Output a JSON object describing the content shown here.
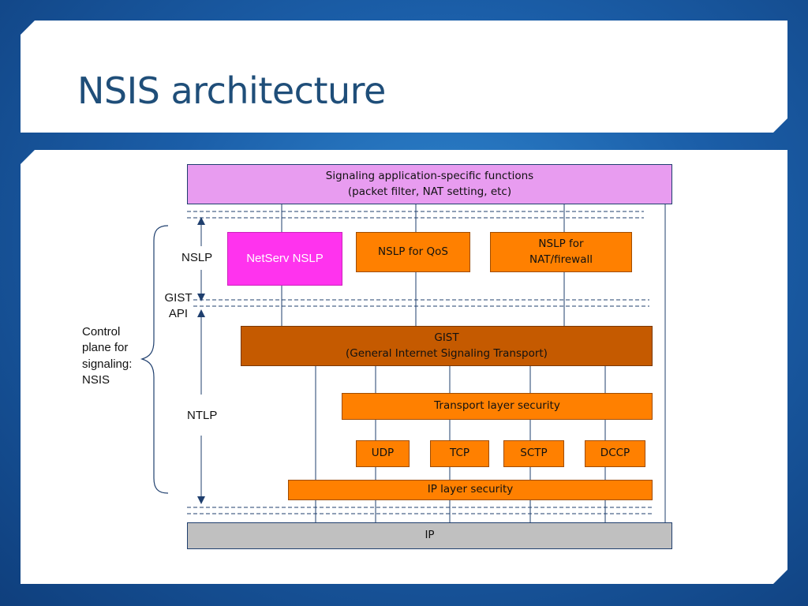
{
  "slide": {
    "title": "NSIS architecture"
  },
  "diagram": {
    "signaling_app": "Signaling application-specific functions\n(packet filter, NAT setting, etc)",
    "netserv_nslp": "NetServ NSLP",
    "nslp_qos": "NSLP for QoS",
    "nslp_nat": "NSLP for\nNAT/firewall",
    "gist": "GIST\n(General Internet Signaling Transport)",
    "transport_security": "Transport layer security",
    "udp": "UDP",
    "tcp": "TCP",
    "sctp": "SCTP",
    "dccp": "DCCP",
    "ip_security": "IP layer security",
    "ip": "IP",
    "labels": {
      "nslp": "NSLP",
      "gist_api": "GIST\nAPI",
      "ntlp": "NTLP",
      "control_plane": "Control\nplane for\nsignaling:\nNSIS"
    },
    "colors": {
      "signaling_app": "#e89cf0",
      "netserv_nslp": "#ff33ee",
      "orange": "#ff8000",
      "gist": "#c55a00",
      "ip": "#c0c0c0",
      "lines": "#1f3f6e"
    }
  }
}
